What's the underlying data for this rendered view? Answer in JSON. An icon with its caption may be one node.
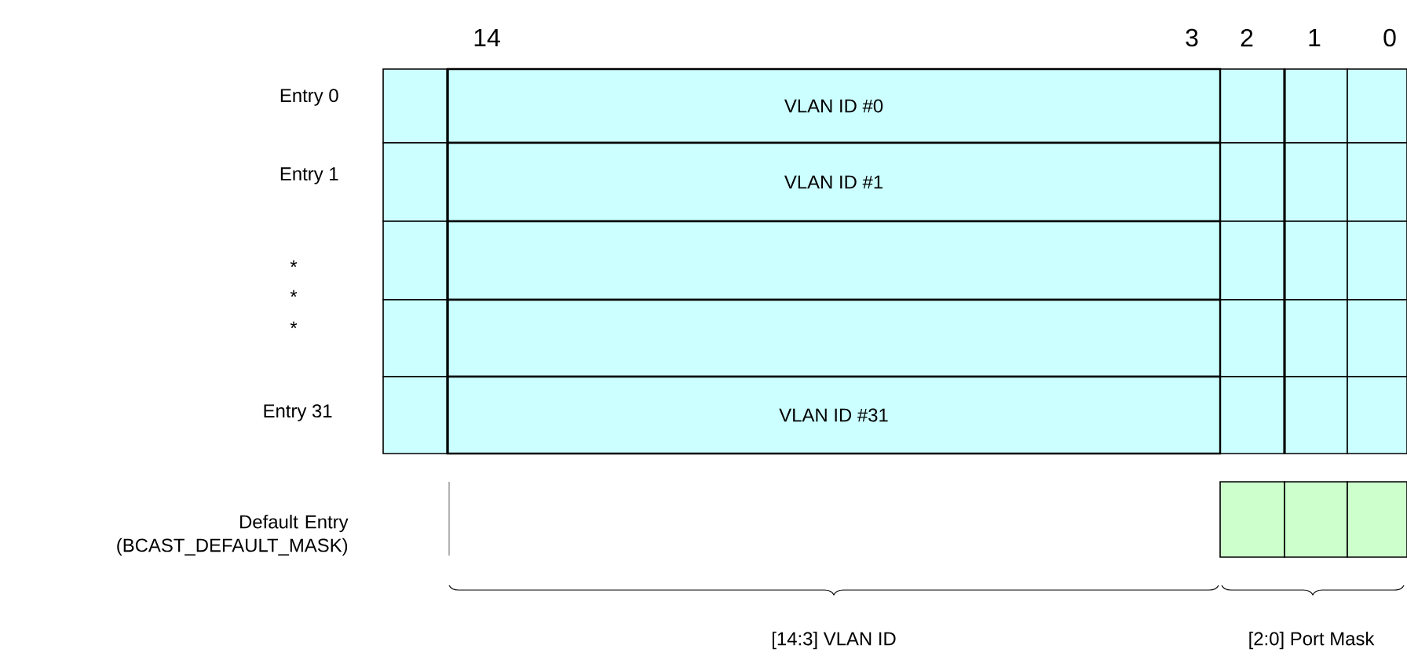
{
  "diagram": {
    "nodes": [
      {
        "text": [
          "VLAN ID #0"
        ]
      },
      {
        "text": [
          "VLAN ID #1"
        ]
      },
      {
        "text": [],
        "shape": "box"
      },
      {
        "text": [],
        "shape": "box"
      },
      {
        "text": [
          "VLAN ID #31"
        ]
      }
    ],
    "edges": [],
    "labels": [
      "14",
      "3",
      "2",
      "1",
      "0",
      "Entry 0",
      "Entry 1",
      "*",
      "*",
      "*",
      "Entry 31",
      "Default Entry (BCAST_DEFAULT_MASK)",
      "[14:3] VLAN ID",
      "[2:0] Port Mask"
    ]
  }
}
